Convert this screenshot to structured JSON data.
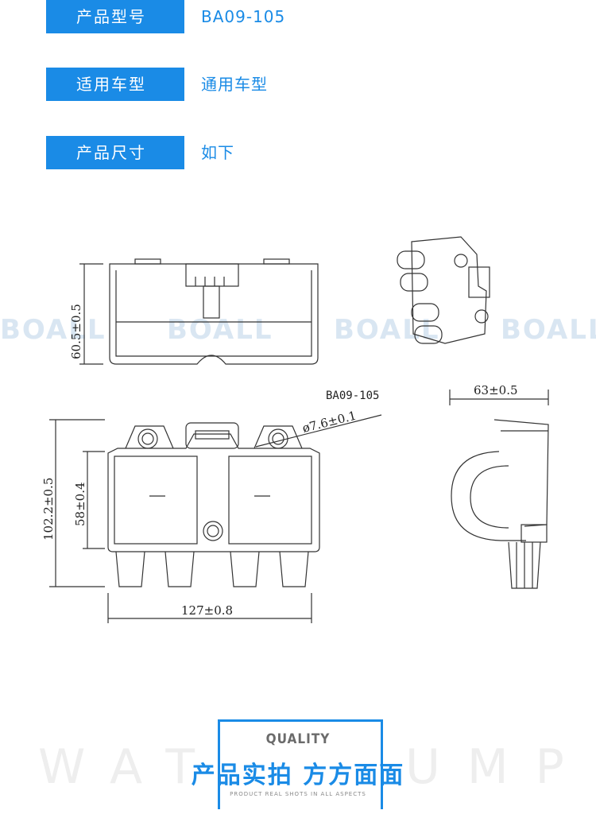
{
  "specs": [
    {
      "label": "产品型号",
      "value": "BA09-105"
    },
    {
      "label": "适用车型",
      "value": "通用车型"
    },
    {
      "label": "产品尺寸",
      "value": "如下"
    }
  ],
  "drawing": {
    "height_dim": "60.5±0.5",
    "part_label": "BA09-105",
    "hole_dim": "ø7.6±0.1",
    "overall_height_dim": "102.2±0.5",
    "inner_height_dim": "58±0.4",
    "width_dim": "127±0.8",
    "depth_dim": "63±0.5"
  },
  "watermark": "BOALL",
  "quality": {
    "label": "QUALITY",
    "title": "产品实拍 方方面面",
    "subtitle": "PRODUCT REAL SHOTS IN ALL ASPECTS",
    "bg_left": "WAT",
    "bg_right": "UMP"
  },
  "colors": {
    "accent": "#1a8be6",
    "line": "#333333"
  }
}
